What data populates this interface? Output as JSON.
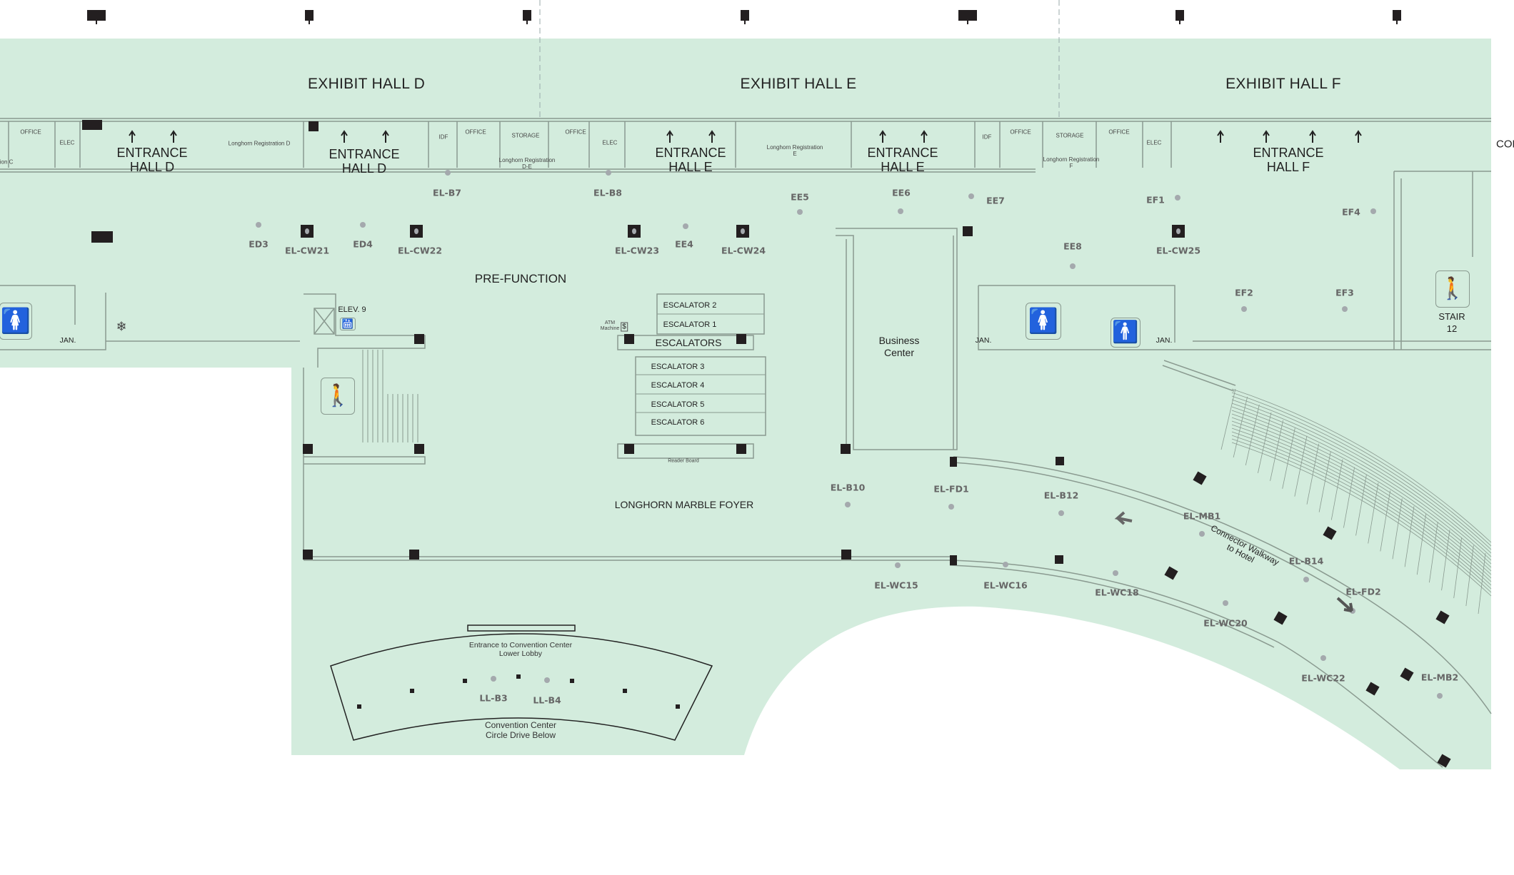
{
  "colors": {
    "floor": "#d3ecdd",
    "wall": "#8a9a90",
    "column": "#231f20",
    "fixture_dot": "#a4a9ad",
    "fixture_label": "#666666",
    "text": "#222222",
    "background": "#ffffff"
  },
  "halls": [
    {
      "id": "hall-d",
      "label": "EXHIBIT HALL D"
    },
    {
      "id": "hall-e",
      "label": "EXHIBIT HALL E"
    },
    {
      "id": "hall-f",
      "label": "EXHIBIT HALL F"
    }
  ],
  "entrances": [
    {
      "id": "entrance-hall-d-1",
      "line1": "ENTRANCE",
      "line2": "HALL D"
    },
    {
      "id": "entrance-hall-d-2",
      "line1": "ENTRANCE",
      "line2": "HALL D"
    },
    {
      "id": "entrance-hall-e-1",
      "line1": "ENTRANCE",
      "line2": "HALL E"
    },
    {
      "id": "entrance-hall-e-2",
      "line1": "ENTRANCE",
      "line2": "HALL E"
    },
    {
      "id": "entrance-hall-f",
      "line1": "ENTRANCE",
      "line2": "HALL F"
    }
  ],
  "rooms": [
    {
      "id": "office-1",
      "label": "OFFICE"
    },
    {
      "id": "elec-1",
      "label": "ELEC"
    },
    {
      "id": "registration-c",
      "label": "tion C"
    },
    {
      "id": "registration-d",
      "label": "Longhorn Registration D"
    },
    {
      "id": "idf-1",
      "label": "IDF"
    },
    {
      "id": "office-2",
      "label": "OFFICE"
    },
    {
      "id": "storage-1",
      "label": "STORAGE"
    },
    {
      "id": "office-3",
      "label": "OFFICE"
    },
    {
      "id": "registration-de",
      "label": "Longhorn Registration",
      "sub": "D-E"
    },
    {
      "id": "elec-2",
      "label": "ELEC"
    },
    {
      "id": "registration-e",
      "label": "Longhorn Registration",
      "sub": "E"
    },
    {
      "id": "idf-2",
      "label": "IDF"
    },
    {
      "id": "office-4",
      "label": "OFFICE"
    },
    {
      "id": "storage-2",
      "label": "STORAGE"
    },
    {
      "id": "office-5",
      "label": "OFFICE"
    },
    {
      "id": "registration-f",
      "label": "Longhorn Registration",
      "sub": "F"
    },
    {
      "id": "elec-3",
      "label": "ELEC"
    }
  ],
  "areas": {
    "pre_function": "PRE-FUNCTION",
    "foyer": "LONGHORN MARBLE FOYER",
    "business_center_1": "Business",
    "business_center_2": "Center",
    "escalators": "ESCALATORS",
    "corridor": "CORRIDO",
    "elevator": "ELEV. 9",
    "stair_1": "STAIR",
    "stair_2": "12",
    "atm_1": "ATM",
    "atm_2": "Machine",
    "reader_board": "Reader Board",
    "walkway_1": "Connector Walkway",
    "walkway_2": "to Hotel",
    "lobby_1": "Entrance to Convention Center",
    "lobby_2": "Lower Lobby",
    "drive_1": "Convention Center",
    "drive_2": "Circle Drive Below",
    "janitor": "JAN.",
    "exit_sign": "Exit Sign"
  },
  "escalator_list": [
    "ESCALATOR 2",
    "ESCALATOR 1",
    "ESCALATOR 3",
    "ESCALATOR 4",
    "ESCALATOR 5",
    "ESCALATOR 6"
  ],
  "fixtures": [
    {
      "id": "EL-B7",
      "type": "dot"
    },
    {
      "id": "EL-B8",
      "type": "dot"
    },
    {
      "id": "EE5",
      "type": "dot"
    },
    {
      "id": "EE6",
      "type": "dot"
    },
    {
      "id": "EE7",
      "type": "dot"
    },
    {
      "id": "EF1",
      "type": "dot"
    },
    {
      "id": "EF4",
      "type": "dot"
    },
    {
      "id": "ED3",
      "type": "dot"
    },
    {
      "id": "EL-CW21",
      "type": "column"
    },
    {
      "id": "ED4",
      "type": "dot"
    },
    {
      "id": "EL-CW22",
      "type": "column"
    },
    {
      "id": "EL-CW23",
      "type": "column"
    },
    {
      "id": "EE4",
      "type": "dot"
    },
    {
      "id": "EL-CW24",
      "type": "column"
    },
    {
      "id": "EE8",
      "type": "dot"
    },
    {
      "id": "EL-CW25",
      "type": "column"
    },
    {
      "id": "EF2",
      "type": "dot"
    },
    {
      "id": "EF3",
      "type": "dot"
    },
    {
      "id": "EL-B10",
      "type": "dot"
    },
    {
      "id": "EL-FD1",
      "type": "dot"
    },
    {
      "id": "EL-B12",
      "type": "dot"
    },
    {
      "id": "EL-MB1",
      "type": "dot"
    },
    {
      "id": "EL-B14",
      "type": "dot"
    },
    {
      "id": "EL-FD2",
      "type": "dot"
    },
    {
      "id": "EL-WC15",
      "type": "dot"
    },
    {
      "id": "EL-WC16",
      "type": "dot"
    },
    {
      "id": "EL-WC18",
      "type": "dot"
    },
    {
      "id": "EL-WC20",
      "type": "dot"
    },
    {
      "id": "EL-WC22",
      "type": "dot"
    },
    {
      "id": "EL-MB2",
      "type": "dot"
    },
    {
      "id": "LL-B3",
      "type": "dot"
    },
    {
      "id": "LL-B4",
      "type": "dot"
    }
  ]
}
